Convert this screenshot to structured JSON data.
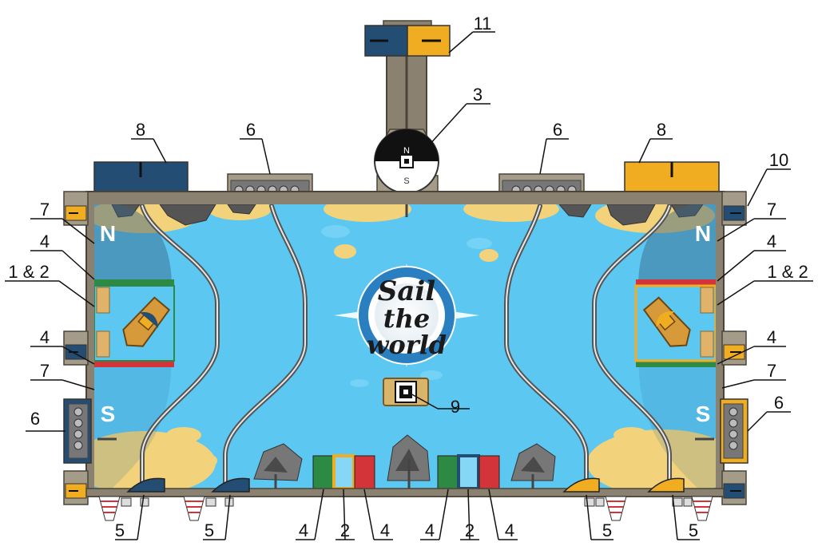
{
  "logo": {
    "line1": "Sail",
    "line2": "the",
    "line3": "world"
  },
  "poles": {
    "north": "N",
    "south": "S"
  },
  "compass": {
    "north": "N",
    "south": "S"
  },
  "callouts": {
    "c11": "11",
    "c3": "3",
    "c8_left": "8",
    "c8_right": "8",
    "c6_top_left": "6",
    "c6_top_right": "6",
    "c10": "10",
    "c7_left_top": "7",
    "c7_right_top": "7",
    "c4_left_top": "4",
    "c4_right_top": "4",
    "c12_left": "1 & 2",
    "c12_right": "1 & 2",
    "c4_left_mid": "4",
    "c4_right_mid": "4",
    "c7_left_bottom": "7",
    "c7_right_bottom": "7",
    "c6_left": "6",
    "c6_right": "6",
    "c9": "9",
    "c5_1": "5",
    "c5_2": "5",
    "c5_3": "5",
    "c5_4": "5",
    "c4_b1": "4",
    "c2_b1": "2",
    "c4_b2": "4",
    "c4_b3": "4",
    "c2_b2": "2",
    "c4_b4": "4"
  },
  "colors": {
    "water": "#5cc8f2",
    "sand": "#f2d27a",
    "frame": "#8a8170",
    "team_blue": "#234d73",
    "team_yellow": "#f0ad22",
    "green": "#2d8a45",
    "red": "#d3343a",
    "light_blue": "#86d7f5"
  }
}
